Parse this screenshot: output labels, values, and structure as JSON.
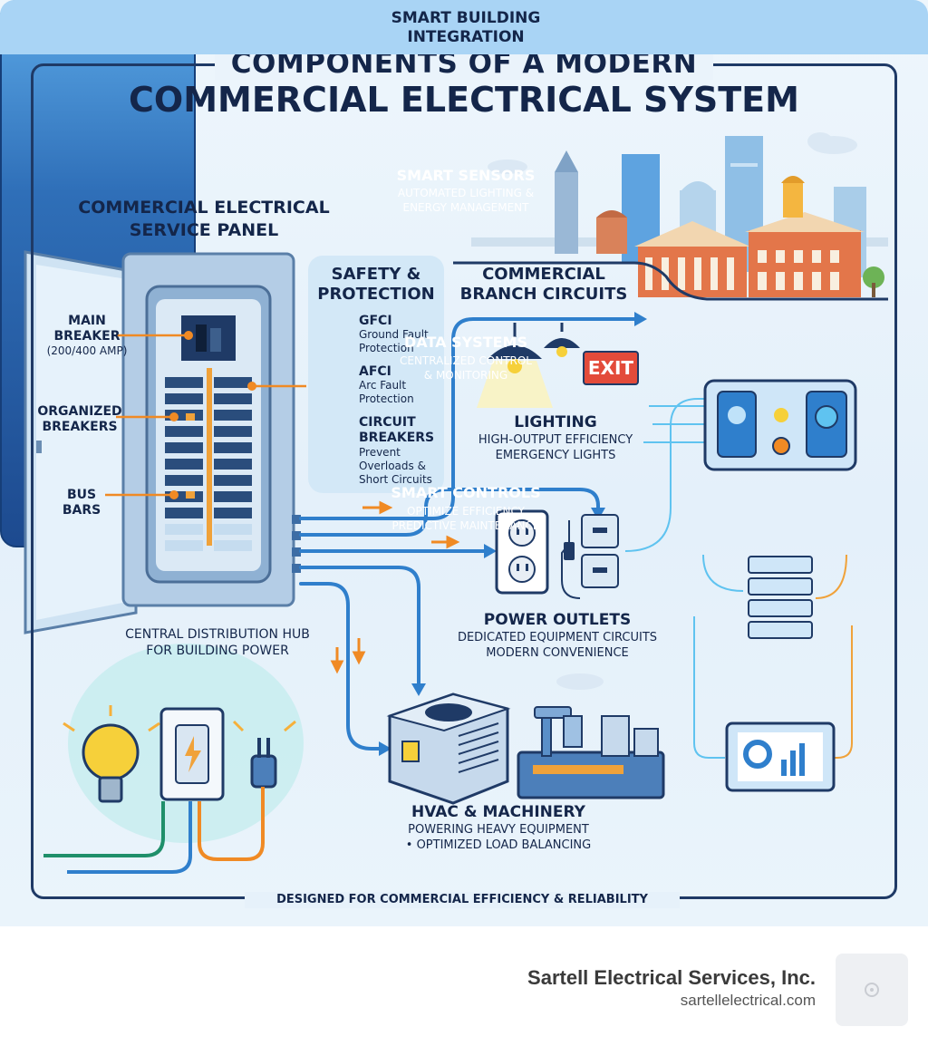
{
  "title": {
    "line1": "COMPONENTS OF A MODERN",
    "line2": "COMMERCIAL ELECTRICAL SYSTEM"
  },
  "service_panel": {
    "heading_line1": "COMMERCIAL ELECTRICAL",
    "heading_line2": "SERVICE PANEL",
    "main_breaker_line1": "MAIN",
    "main_breaker_line2": "BREAKER",
    "main_breaker_line3": "(200/400 AMP)",
    "organized_line1": "ORGANIZED",
    "organized_line2": "BREAKERS",
    "bus_line1": "BUS",
    "bus_line2": "BARS",
    "caption_line1": "CENTRAL DISTRIBUTION HUB",
    "caption_line2": "FOR BUILDING POWER"
  },
  "safety": {
    "heading_line1": "SAFETY &",
    "heading_line2": "PROTECTION",
    "gfci_title": "GFCI",
    "gfci_desc_line1": "Ground Fault",
    "gfci_desc_line2": "Protection",
    "afci_title": "AFCI",
    "afci_desc_line1": "Arc Fault",
    "afci_desc_line2": "Protection",
    "cb_title_line1": "CIRCUIT",
    "cb_title_line2": "BREAKERS",
    "cb_desc_line1": "Prevent",
    "cb_desc_line2": "Overloads &",
    "cb_desc_line3": "Short Circuits"
  },
  "branch": {
    "heading_line1": "COMMERCIAL",
    "heading_line2": "BRANCH CIRCUITS",
    "exit_sign": "EXIT",
    "lighting_title": "LIGHTING",
    "lighting_line1": "HIGH-OUTPUT EFFICIENCY",
    "lighting_line2": "EMERGENCY LIGHTS",
    "outlets_title": "POWER OUTLETS",
    "outlets_line1": "DEDICATED EQUIPMENT CIRCUITS",
    "outlets_line2": "MODERN CONVENIENCE",
    "hvac_title": "HVAC & MACHINERY",
    "hvac_line1": "POWERING HEAVY EQUIPMENT",
    "hvac_line2": "• OPTIMIZED LOAD BALANCING"
  },
  "smart": {
    "heading_line1": "SMART BUILDING",
    "heading_line2": "INTEGRATION",
    "sensors_title": "SMART SENSORS",
    "sensors_line1": "AUTOMATED LIGHTING &",
    "sensors_line2": "ENERGY MANAGEMENT",
    "data_title": "DATA SYSTEMS",
    "data_line1": "CENTRALIZED CONTROL",
    "data_line2": "& MONITORING",
    "controls_title": "SMART CONTROLS",
    "controls_line1": "OPTIMIZE EFFICIENCY",
    "controls_line2": "PREDICTIVE MAINTENANCE"
  },
  "footer_tagline": "DESIGNED FOR COMMERCIAL EFFICIENCY & RELIABILITY",
  "brand": {
    "name": "Sartell Electrical Services, Inc.",
    "url": "sartellelectrical.com"
  },
  "colors": {
    "navy": "#14264a",
    "wire_blue": "#2f7fcc",
    "accent_orange": "#f08a24",
    "panel_bg": "#d3e8f7"
  }
}
